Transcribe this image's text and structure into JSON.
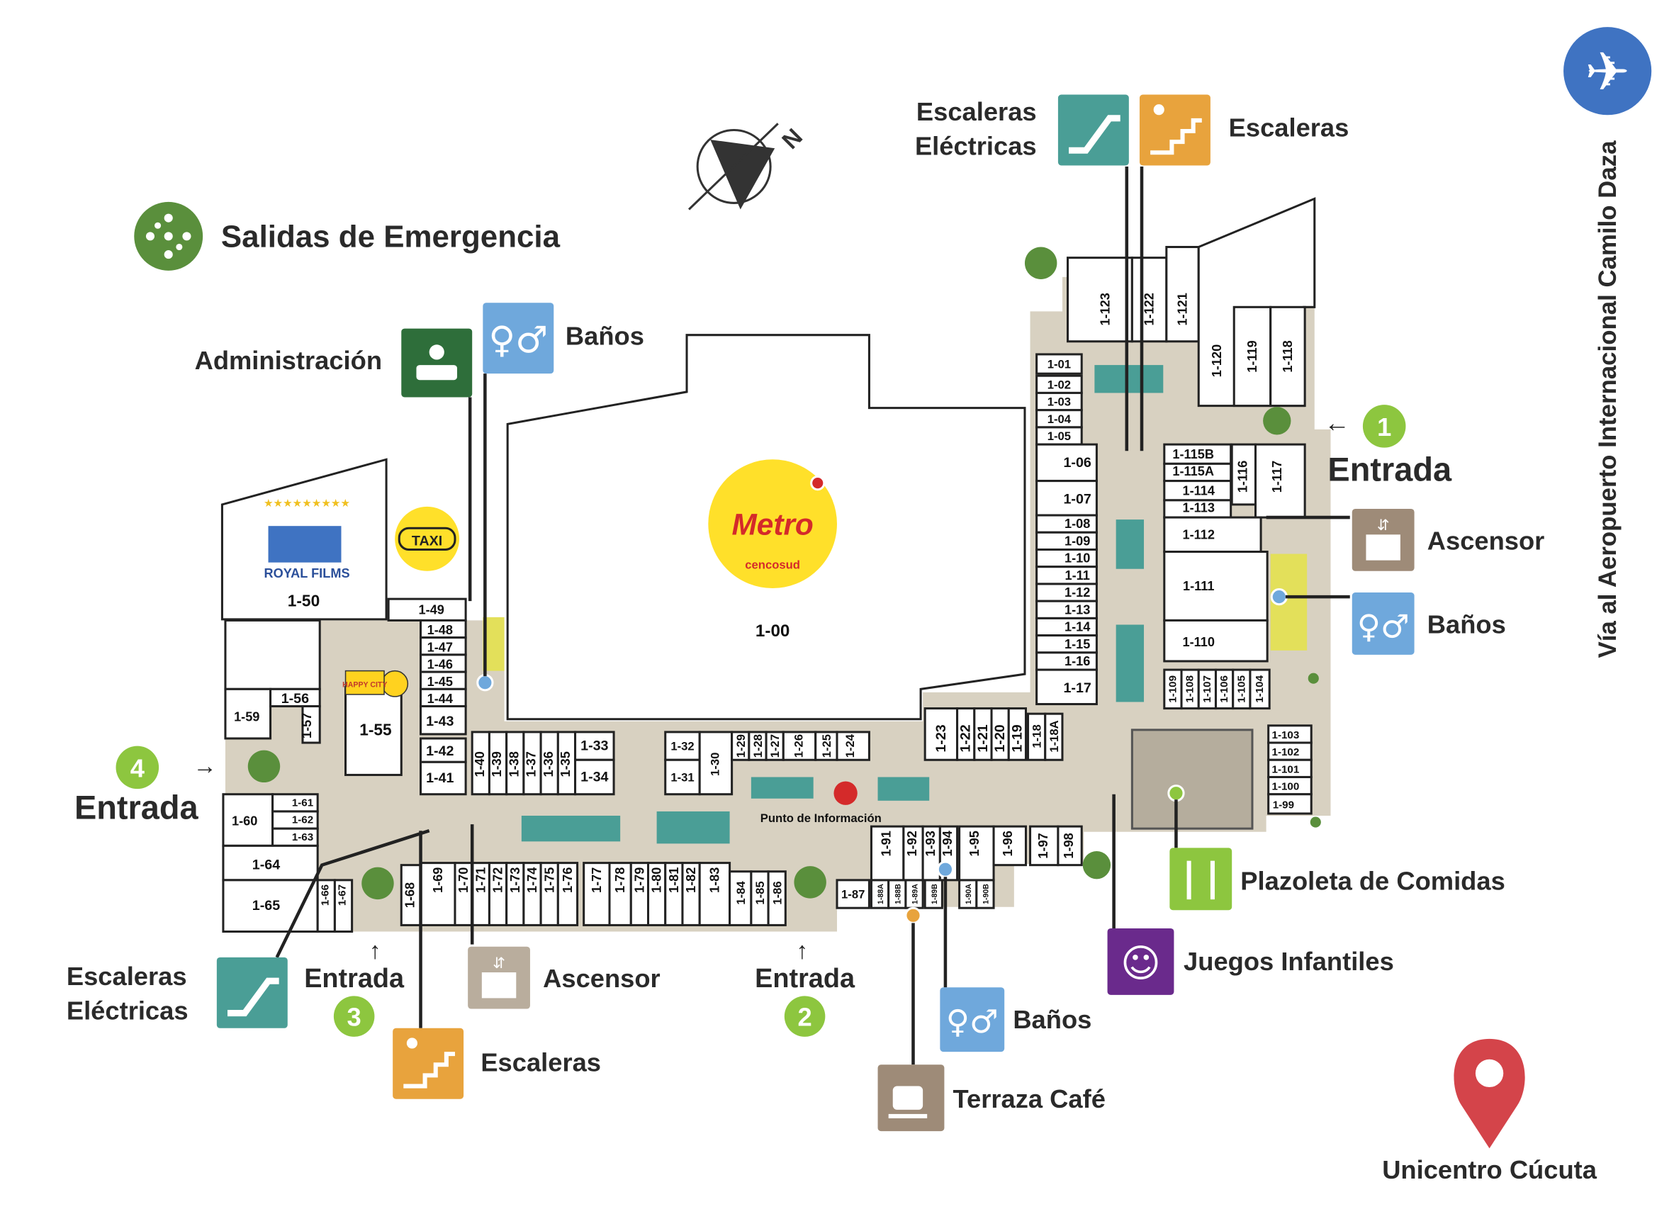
{
  "title": "Unicentro Cúcuta",
  "road": "Vía al Aeropuerto Internacional Camilo Daza",
  "north": "N",
  "anchor": {
    "brand": "Metro",
    "sub": "cencosud",
    "unit": "1-00"
  },
  "cinema": {
    "brand": "ROYAL FILMS",
    "unit": "1-50"
  },
  "taxi": "TAXI",
  "happy_city": "HAPPY CITY",
  "info": "Punto de Información",
  "colors": {
    "green": "#5a8f3c",
    "teal": "#4a9e96",
    "orange": "#e8a33d",
    "blue": "#6fa8dc",
    "brown": "#9e8b78",
    "purple": "#6a2a8c",
    "lime": "#8dc63f",
    "dark_green": "#2e6e3a",
    "floor": "#d8d1c1",
    "airport": "#3f73c2",
    "pin": "#d4444a"
  },
  "legend": {
    "emergency": "Salidas de Emergencia",
    "admin": "Administración",
    "banos_top": "Baños",
    "escaleras_elec_top": [
      "Escaleras",
      "Eléctricas"
    ],
    "escaleras_top": "Escaleras",
    "ascensor_right": "Ascensor",
    "banos_right": "Baños",
    "plazoleta": "Plazoleta de Comidas",
    "juegos": "Juegos Infantiles",
    "banos_bottom": "Baños",
    "terraza": "Terraza Café",
    "ascensor_bottom": "Ascensor",
    "escaleras_bottom": "Escaleras",
    "escaleras_elec_bottom": [
      "Escaleras",
      "Eléctricas"
    ]
  },
  "entrances": [
    {
      "num": "1",
      "label": "Entrada"
    },
    {
      "num": "2",
      "label": "Entrada"
    },
    {
      "num": "3",
      "label": "Entrada"
    },
    {
      "num": "4",
      "label": "Entrada"
    }
  ],
  "units": {
    "u1_01": "1-01",
    "u1_02": "1-02",
    "u1_03": "1-03",
    "u1_04": "1-04",
    "u1_05": "1-05",
    "u1_06": "1-06",
    "u1_07": "1-07",
    "u1_08": "1-08",
    "u1_09": "1-09",
    "u1_10": "1-10",
    "u1_11": "1-11",
    "u1_12": "1-12",
    "u1_13": "1-13",
    "u1_14": "1-14",
    "u1_15": "1-15",
    "u1_16": "1-16",
    "u1_17": "1-17",
    "u1_18": "1-18",
    "u1_18A": "1-18A",
    "u1_19": "1-19",
    "u1_20": "1-20",
    "u1_21": "1-21",
    "u1_22": "1-22",
    "u1_23": "1-23",
    "u1_24": "1-24",
    "u1_25": "1-25",
    "u1_26": "1-26",
    "u1_27": "1-27",
    "u1_28": "1-28",
    "u1_29": "1-29",
    "u1_30": "1-30",
    "u1_31": "1-31",
    "u1_32": "1-32",
    "u1_33": "1-33",
    "u1_34": "1-34",
    "u1_35": "1-35",
    "u1_36": "1-36",
    "u1_37": "1-37",
    "u1_38": "1-38",
    "u1_39": "1-39",
    "u1_40": "1-40",
    "u1_41": "1-41",
    "u1_42": "1-42",
    "u1_43": "1-43",
    "u1_44": "1-44",
    "u1_45": "1-45",
    "u1_46": "1-46",
    "u1_47": "1-47",
    "u1_48": "1-48",
    "u1_49": "1-49",
    "u1_55": "1-55",
    "u1_56": "1-56",
    "u1_57": "1-57",
    "u1_59": "1-59",
    "u1_60": "1-60",
    "u1_61": "1-61",
    "u1_62": "1-62",
    "u1_63": "1-63",
    "u1_64": "1-64",
    "u1_65": "1-65",
    "u1_66": "1-66",
    "u1_67": "1-67",
    "u1_68": "1-68",
    "u1_69": "1-69",
    "u1_70": "1-70",
    "u1_71": "1-71",
    "u1_72": "1-72",
    "u1_73": "1-73",
    "u1_74": "1-74",
    "u1_75": "1-75",
    "u1_76": "1-76",
    "u1_77": "1-77",
    "u1_78": "1-78",
    "u1_79": "1-79",
    "u1_80": "1-80",
    "u1_81": "1-81",
    "u1_82": "1-82",
    "u1_83": "1-83",
    "u1_84": "1-84",
    "u1_85": "1-85",
    "u1_86": "1-86",
    "u1_87": "1-87",
    "u1_88A": "1-88A",
    "u1_88B": "1-88B",
    "u1_89A": "1-89A",
    "u1_89B": "1-89B",
    "u1_90A": "1-90A",
    "u1_90B": "1-90B",
    "u1_91": "1-91",
    "u1_92": "1-92",
    "u1_93": "1-93",
    "u1_94": "1-94",
    "u1_95": "1-95",
    "u1_96": "1-96",
    "u1_97": "1-97",
    "u1_98": "1-98",
    "u1_99": "1-99",
    "u1_100": "1-100",
    "u1_101": "1-101",
    "u1_102": "1-102",
    "u1_103": "1-103",
    "u1_104": "1-104",
    "u1_105": "1-105",
    "u1_106": "1-106",
    "u1_107": "1-107",
    "u1_108": "1-108",
    "u1_109": "1-109",
    "u1_110": "1-110",
    "u1_111": "1-111",
    "u1_112": "1-112",
    "u1_113": "1-113",
    "u1_114": "1-114",
    "u1_115A": "1-115A",
    "u1_115B": "1-115B",
    "u1_116": "1-116",
    "u1_117": "1-117",
    "u1_118": "1-118",
    "u1_119": "1-119",
    "u1_120": "1-120",
    "u1_121": "1-121",
    "u1_122": "1-122",
    "u1_123": "1-123"
  }
}
